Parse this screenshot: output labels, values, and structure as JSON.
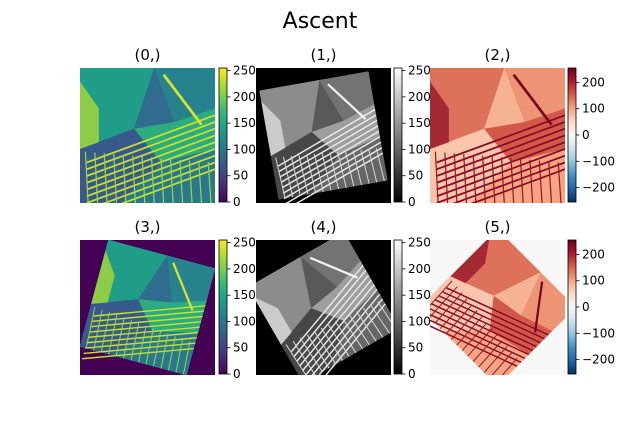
{
  "figure": {
    "title": "Ascent"
  },
  "colors": {
    "viridis": [
      "#440154",
      "#482878",
      "#3e4989",
      "#31688e",
      "#26828e",
      "#1f9e89",
      "#35b779",
      "#6ece58",
      "#b5de2b",
      "#fde725"
    ],
    "gray": [
      "#000000",
      "#ffffff"
    ],
    "rdbu_r": [
      "#053061",
      "#2166ac",
      "#4393c3",
      "#92c5de",
      "#d1e5f0",
      "#f7f7f7",
      "#fddbc7",
      "#f4a582",
      "#d6604d",
      "#b2182b",
      "#67001f"
    ]
  },
  "chart_data": [
    {
      "type": "heatmap",
      "title": "(0,)",
      "colormap": "viridis",
      "rotation_deg": 0,
      "colorbar": {
        "min": 0,
        "max": 255,
        "ticks": [
          "0",
          "50",
          "100",
          "150",
          "200",
          "250"
        ]
      }
    },
    {
      "type": "heatmap",
      "title": "(1,)",
      "colormap": "gray",
      "rotation_deg": -10,
      "colorbar": {
        "min": 0,
        "max": 255,
        "ticks": [
          "0",
          "50",
          "100",
          "150",
          "200",
          "250"
        ]
      }
    },
    {
      "type": "heatmap",
      "title": "(2,)",
      "colormap": "RdBu_r",
      "rotation_deg": 0,
      "colorbar": {
        "min": -255,
        "max": 255,
        "ticks": [
          "−200",
          "−100",
          "0",
          "100",
          "200"
        ]
      }
    },
    {
      "type": "heatmap",
      "title": "(3,)",
      "colormap": "viridis",
      "rotation_deg": 15,
      "colorbar": {
        "min": 0,
        "max": 255,
        "ticks": [
          "0",
          "50",
          "100",
          "150",
          "200",
          "250"
        ]
      }
    },
    {
      "type": "heatmap",
      "title": "(4,)",
      "colormap": "gray",
      "rotation_deg": -30,
      "colorbar": {
        "min": 0,
        "max": 255,
        "ticks": [
          "0",
          "50",
          "100",
          "150",
          "200",
          "250"
        ]
      }
    },
    {
      "type": "heatmap",
      "title": "(5,)",
      "colormap": "RdBu_r",
      "rotation_deg": 45,
      "colorbar": {
        "min": -255,
        "max": 255,
        "ticks": [
          "−200",
          "−100",
          "0",
          "100",
          "200"
        ]
      }
    }
  ]
}
